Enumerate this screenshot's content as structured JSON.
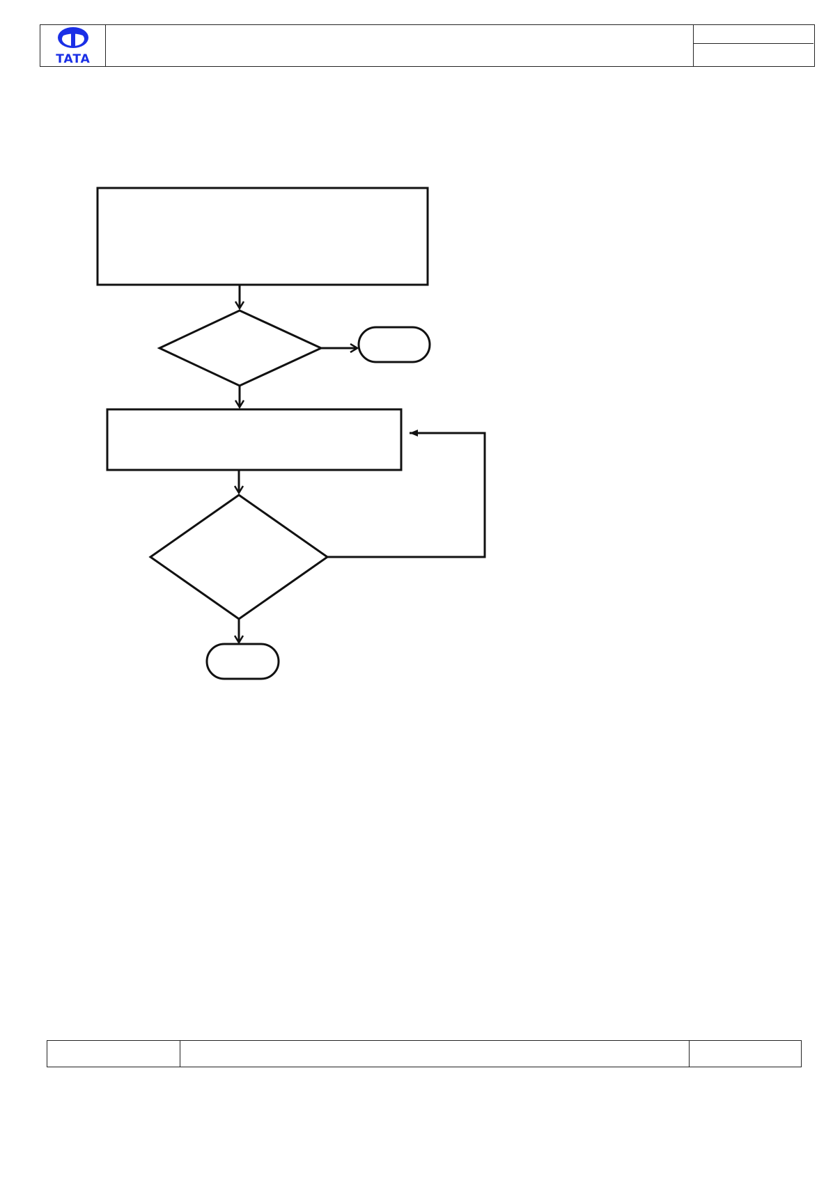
{
  "header": {
    "logo": {
      "brand_text": "TATA",
      "icon": "tata-logo-icon",
      "color": "#1a2fe6"
    },
    "title": "",
    "doc_number": "",
    "revision": ""
  },
  "flowchart": {
    "nodes": [
      {
        "id": "process-1",
        "kind": "process",
        "label": ""
      },
      {
        "id": "decision-1",
        "kind": "decision",
        "label": ""
      },
      {
        "id": "terminal-1",
        "kind": "terminal",
        "label": ""
      },
      {
        "id": "process-2",
        "kind": "process",
        "label": ""
      },
      {
        "id": "decision-2",
        "kind": "decision",
        "label": ""
      },
      {
        "id": "terminal-2",
        "kind": "terminal",
        "label": ""
      }
    ],
    "edges": [
      {
        "from": "process-1",
        "to": "decision-1"
      },
      {
        "from": "decision-1",
        "to": "terminal-1"
      },
      {
        "from": "decision-1",
        "to": "process-2"
      },
      {
        "from": "process-2",
        "to": "decision-2"
      },
      {
        "from": "decision-2",
        "to": "process-2"
      },
      {
        "from": "decision-2",
        "to": "terminal-2"
      }
    ]
  },
  "footer": {
    "left": "",
    "center": "",
    "right": ""
  }
}
